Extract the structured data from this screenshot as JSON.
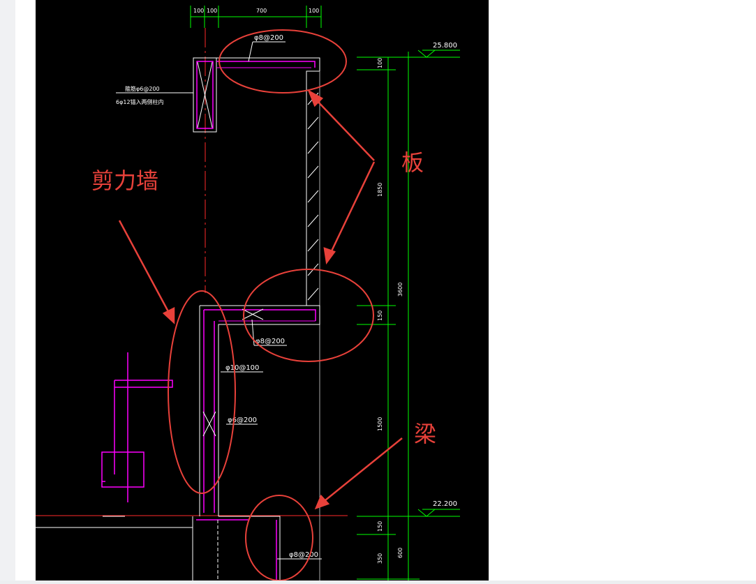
{
  "annotations": {
    "wall_label": "剪力墙",
    "slab_label": "板",
    "beam_label": "梁"
  },
  "drawing": {
    "dims_top": [
      "100",
      "100",
      "700",
      "100"
    ],
    "level_top": "25.800",
    "level_bottom": "22.200",
    "dims_right": [
      "100",
      "1850",
      "150",
      "1500",
      "150",
      "350"
    ],
    "dim_total": "3600",
    "dim_bottom_right": "600",
    "slab_rebar_top": "φ8@200",
    "slab_rebar_mid": "φ8@200",
    "wall_rebar_1": "φ10@100",
    "wall_rebar_2": "φ6@200",
    "beam_rebar": "φ8@200",
    "column_note_1": "箍筋φ6@200",
    "column_note_2": "6φ12锚入两侧柱内"
  },
  "colors": {
    "background": "#000000",
    "dimension": "#00ff00",
    "outline": "#ffffff",
    "rebar": "#ff00ff",
    "axis": "#ff2a2a",
    "annotation": "#e8413a"
  }
}
